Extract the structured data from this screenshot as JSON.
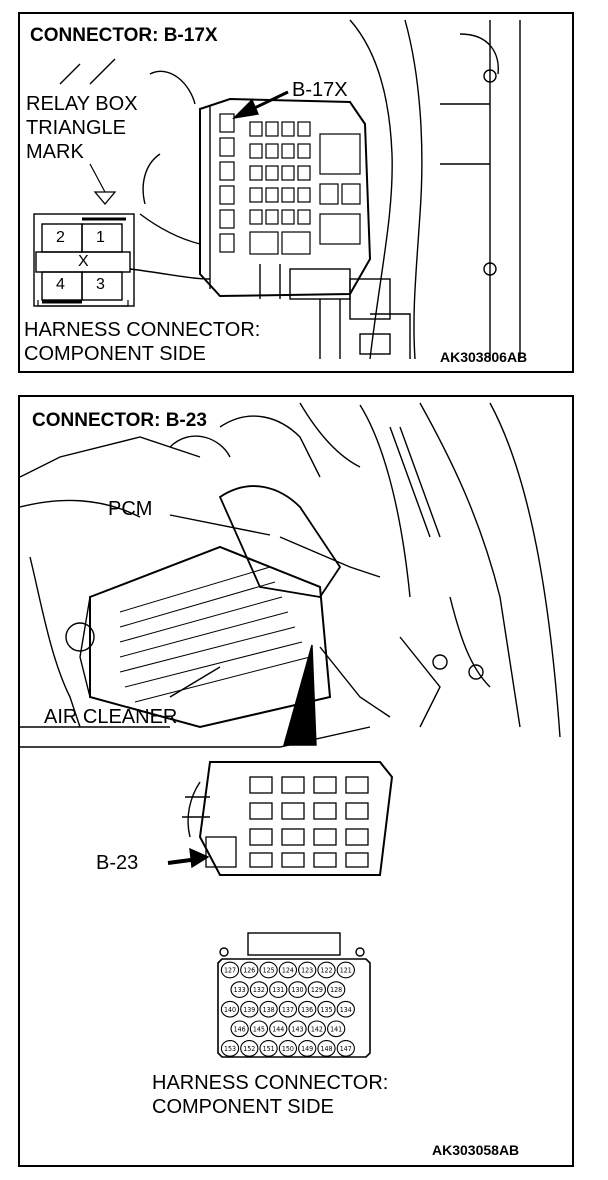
{
  "panel_top": {
    "title": "CONNECTOR: B-17X",
    "callout": "B-17X",
    "relay_label_1": "RELAY BOX",
    "relay_label_2": "TRIANGLE",
    "relay_label_3": "MARK",
    "pins": [
      "2",
      "1",
      "X",
      "4",
      "3"
    ],
    "harness_1": "HARNESS CONNECTOR:",
    "harness_2": "COMPONENT SIDE",
    "code": "AK303806AB"
  },
  "panel_bottom": {
    "title": "CONNECTOR: B-23",
    "pcm_label": "PCM",
    "air_cleaner_label": "AIR CLEANER",
    "callout": "B-23",
    "pin_rows": [
      [
        "127",
        "126",
        "125",
        "124",
        "123",
        "122",
        "121"
      ],
      [
        "133",
        "132",
        "131",
        "130",
        "129",
        "128"
      ],
      [
        "140",
        "139",
        "138",
        "137",
        "136",
        "135",
        "134"
      ],
      [
        "146",
        "145",
        "144",
        "143",
        "142",
        "141"
      ],
      [
        "153",
        "152",
        "151",
        "150",
        "149",
        "148",
        "147"
      ]
    ],
    "harness_1": "HARNESS CONNECTOR:",
    "harness_2": "COMPONENT SIDE",
    "code": "AK303058AB"
  }
}
